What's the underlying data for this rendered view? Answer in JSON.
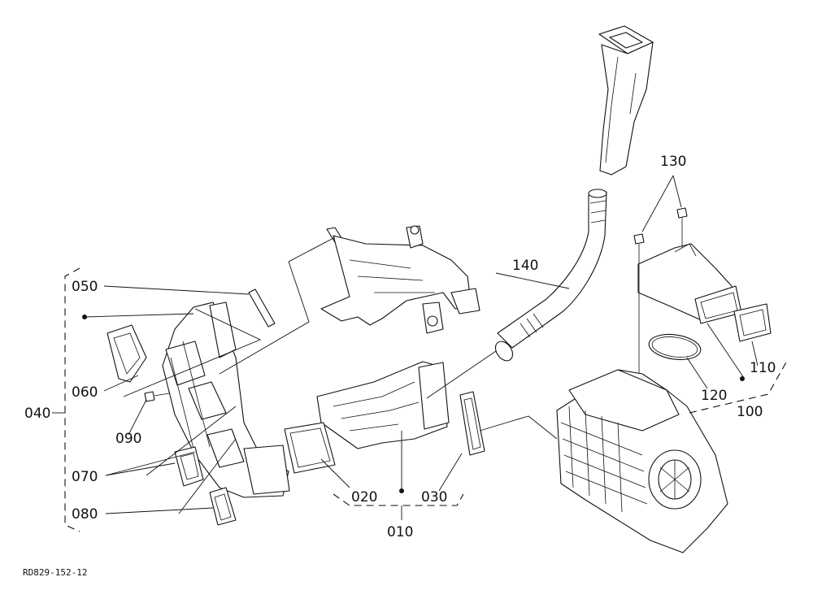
{
  "parts": {
    "p010": "010",
    "p020": "020",
    "p030": "030",
    "p040": "040",
    "p050": "050",
    "p060": "060",
    "p070": "070",
    "p080": "080",
    "p090": "090",
    "p100": "100",
    "p110": "110",
    "p120": "120",
    "p130": "130",
    "p140": "140"
  },
  "drawing_code": "RD829-152-12"
}
